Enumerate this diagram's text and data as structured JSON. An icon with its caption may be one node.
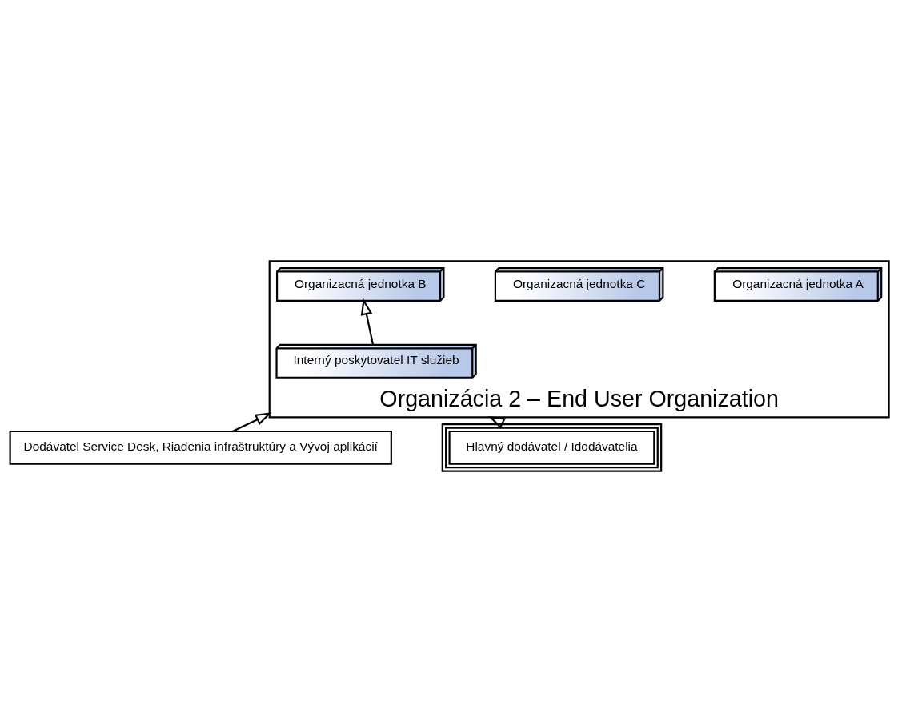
{
  "diagram": {
    "nodes": [
      {
        "text": [
          "Organizácia 2 – End User Organization"
        ]
      },
      {
        "text": [
          "Organizacná jednotka A"
        ],
        "in": 0
      },
      {
        "text": [
          "Organizacná jednotka B"
        ],
        "in": 0
      },
      {
        "text": [
          "Organizacná jednotka C"
        ],
        "in": 0
      },
      {
        "text": [
          "Interný poskytovatel IT služieb"
        ],
        "in": 0
      },
      {
        "text": [
          "Dodávatel Service Desk, Riadenia infraštruktúry a Vývoj aplikácií"
        ]
      },
      {
        "text": [
          "Hlavný dodávatel / Idodávatelia"
        ]
      }
    ],
    "edges": [
      {
        "from": 4,
        "to": 2,
        "arrow": "to"
      },
      {
        "from": 5,
        "to": 0,
        "arrow": "to"
      },
      {
        "from": 6,
        "to": 0,
        "arrow": "to"
      }
    ]
  }
}
